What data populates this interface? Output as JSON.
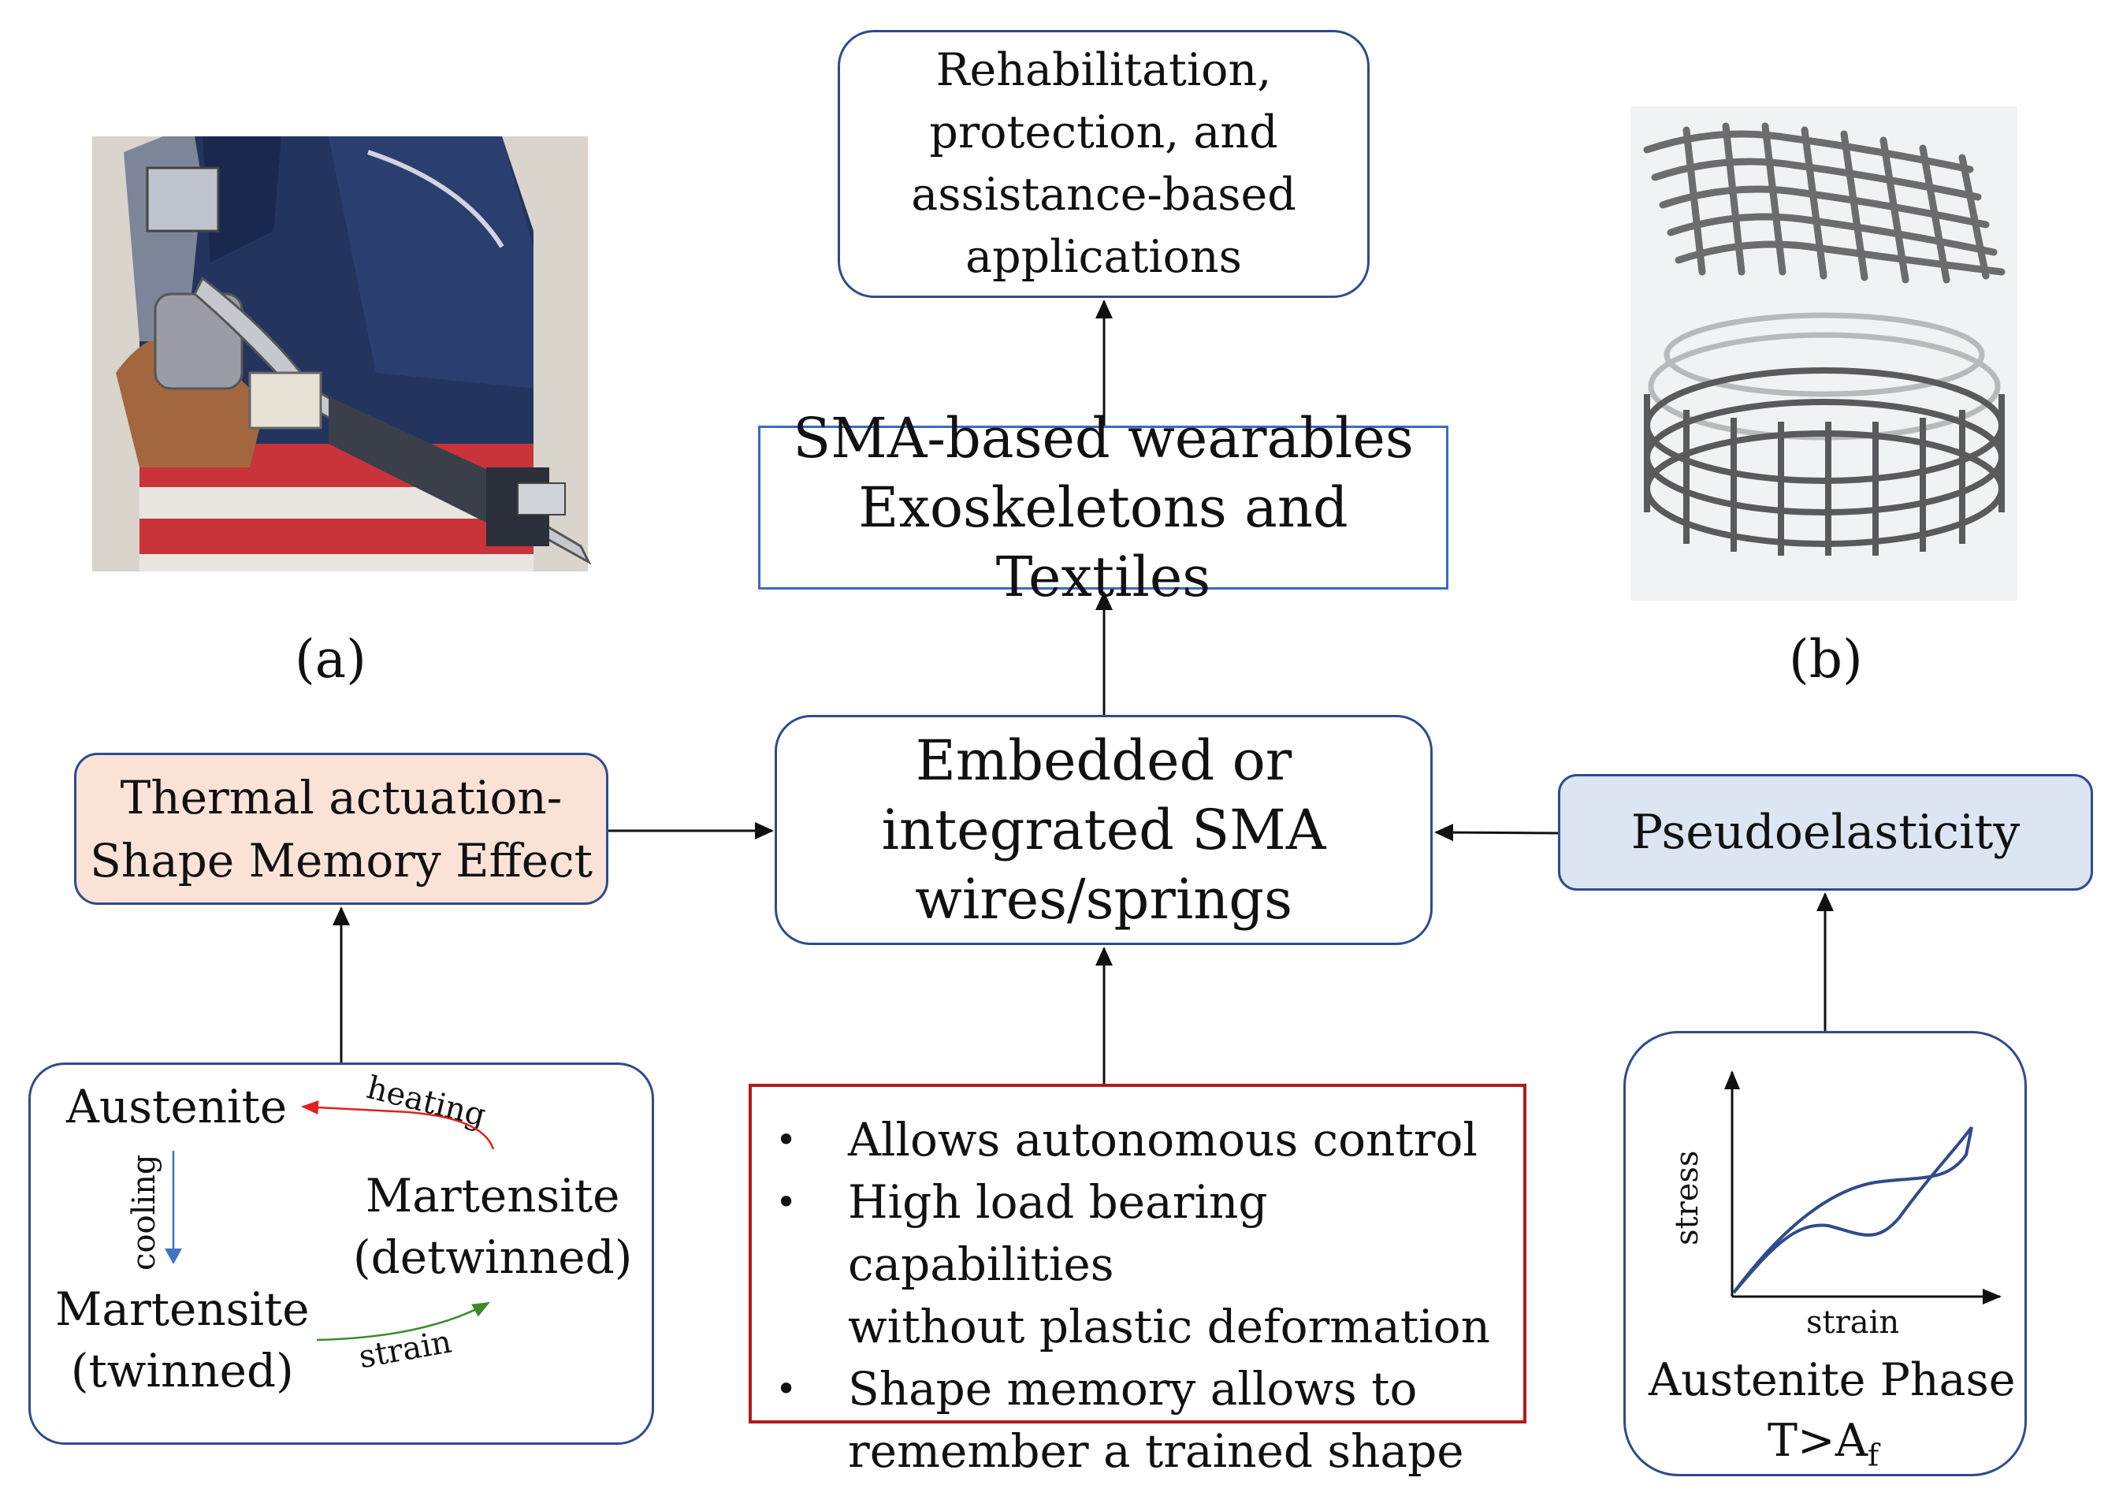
{
  "top_box": {
    "lines": [
      "Rehabilitation,",
      "protection, and",
      "assistance-based",
      "applications"
    ]
  },
  "wearables_box": {
    "lines": [
      "SMA-based wearables",
      "Exoskeletons and Textiles"
    ]
  },
  "center_box": {
    "lines": [
      "Embedded or",
      "integrated SMA",
      "wires/springs"
    ]
  },
  "thermal_box": {
    "lines": [
      "Thermal actuation-",
      "Shape Memory Effect"
    ]
  },
  "pseudo_box": {
    "label": "Pseudoelasticity"
  },
  "captions": {
    "a": "(a)",
    "b": "(b)"
  },
  "phase_diagram": {
    "austenite": "Austenite",
    "martensite_detwinned": [
      "Martensite",
      "(detwinned)"
    ],
    "martensite_twinned": [
      "Martensite",
      "(twinned)"
    ],
    "heating": "heating",
    "cooling": "cooling",
    "strain": "strain",
    "colors": {
      "heating": "#e02020",
      "cooling": "#4472c4",
      "strain": "#3a8a2a"
    }
  },
  "bullets": [
    [
      "Allows autonomous control"
    ],
    [
      "High load bearing capabilities",
      "without plastic deformation"
    ],
    [
      "Shape memory allows to",
      "remember a trained shape"
    ]
  ],
  "austenite_panel": {
    "ylabel": "stress",
    "xlabel": "strain",
    "phase": "Austenite Phase",
    "condition": "T>A",
    "condition_sub": "f"
  },
  "colors": {
    "box_border": "#2f4b8c",
    "thermal_fill": "#fae3d6",
    "pseudo_fill": "#dce6f2",
    "bullets_border": "#b01c1c"
  }
}
